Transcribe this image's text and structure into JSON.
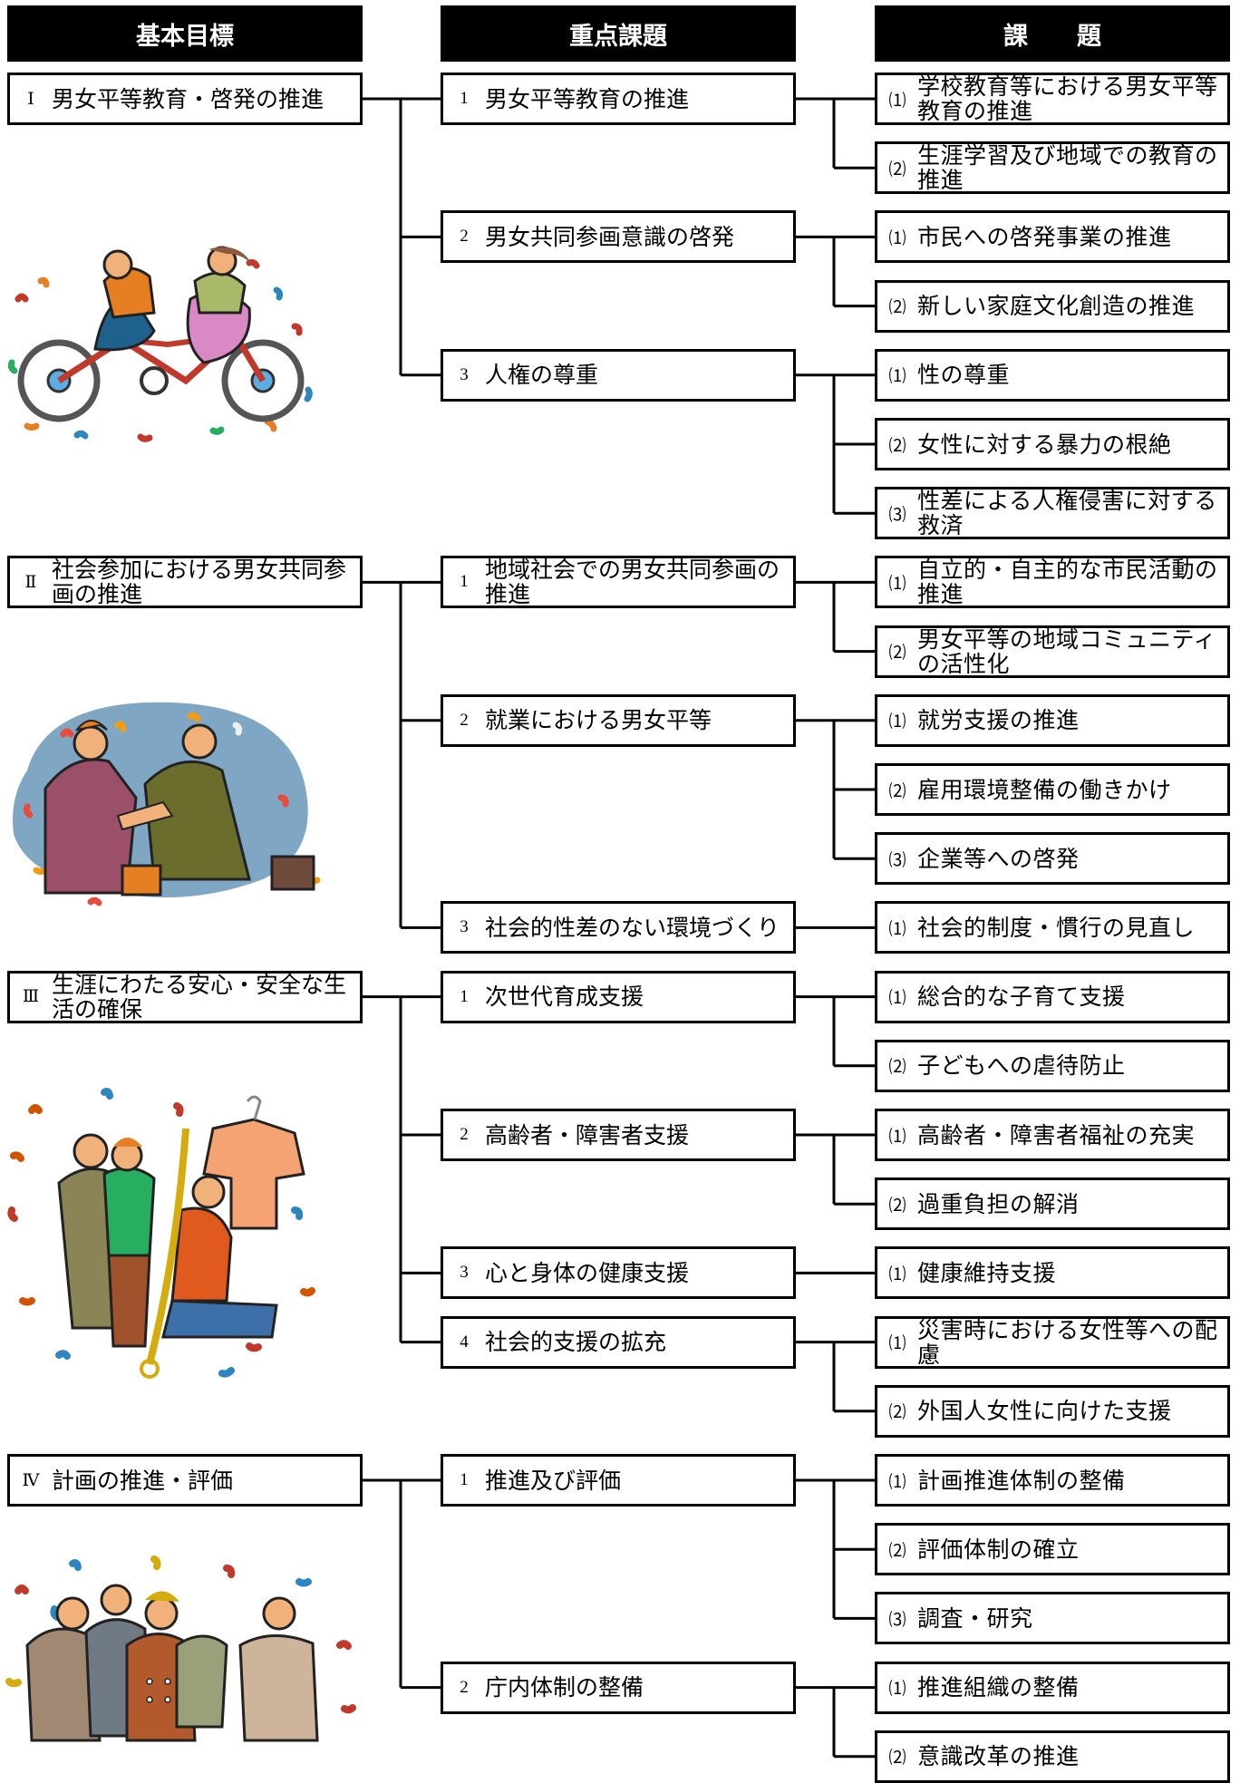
{
  "headers": {
    "goal": "基本目標",
    "priority": "重点課題",
    "issue": "課　　題"
  },
  "goals": [
    {
      "num": "Ⅰ",
      "text": "男女平等教育・啓発の推進",
      "priorities": [
        {
          "num": "1",
          "text": "男女平等教育の推進",
          "issues": [
            {
              "num": "⑴",
              "text": "学校教育等における男女平等教育の推進"
            },
            {
              "num": "⑵",
              "text": "生涯学習及び地域での教育の推進"
            }
          ]
        },
        {
          "num": "2",
          "text": "男女共同参画意識の啓発",
          "issues": [
            {
              "num": "⑴",
              "text": "市民への啓発事業の推進"
            },
            {
              "num": "⑵",
              "text": "新しい家庭文化創造の推進"
            }
          ]
        },
        {
          "num": "3",
          "text": "人権の尊重",
          "issues": [
            {
              "num": "⑴",
              "text": "性の尊重"
            },
            {
              "num": "⑵",
              "text": "女性に対する暴力の根絶"
            },
            {
              "num": "⑶",
              "text": "性差による人権侵害に対する救済"
            }
          ]
        }
      ]
    },
    {
      "num": "Ⅱ",
      "text": "社会参加における男女共同参画の推進",
      "priorities": [
        {
          "num": "1",
          "text": "地域社会での男女共同参画の推進",
          "issues": [
            {
              "num": "⑴",
              "text": "自立的・自主的な市民活動の推進"
            },
            {
              "num": "⑵",
              "text": "男女平等の地域コミュニティの活性化"
            }
          ]
        },
        {
          "num": "2",
          "text": "就業における男女平等",
          "issues": [
            {
              "num": "⑴",
              "text": "就労支援の推進"
            },
            {
              "num": "⑵",
              "text": "雇用環境整備の働きかけ"
            },
            {
              "num": "⑶",
              "text": "企業等への啓発"
            }
          ]
        },
        {
          "num": "3",
          "text": "社会的性差のない環境づくり",
          "issues": [
            {
              "num": "⑴",
              "text": "社会的制度・慣行の見直し"
            }
          ]
        }
      ]
    },
    {
      "num": "Ⅲ",
      "text": "生涯にわたる安心・安全な生活の確保",
      "priorities": [
        {
          "num": "1",
          "text": "次世代育成支援",
          "issues": [
            {
              "num": "⑴",
              "text": "総合的な子育て支援"
            },
            {
              "num": "⑵",
              "text": "子どもへの虐待防止"
            }
          ]
        },
        {
          "num": "2",
          "text": "高齢者・障害者支援",
          "issues": [
            {
              "num": "⑴",
              "text": "高齢者・障害者福祉の充実"
            },
            {
              "num": "⑵",
              "text": "過重負担の解消"
            }
          ]
        },
        {
          "num": "3",
          "text": "心と身体の健康支援",
          "issues": [
            {
              "num": "⑴",
              "text": "健康維持支援"
            }
          ]
        },
        {
          "num": "4",
          "text": "社会的支援の拡充",
          "issues": [
            {
              "num": "⑴",
              "text": "災害時における女性等への配慮"
            },
            {
              "num": "⑵",
              "text": "外国人女性に向けた支援"
            }
          ]
        }
      ]
    },
    {
      "num": "Ⅳ",
      "text": "計画の推進・評価",
      "priorities": [
        {
          "num": "1",
          "text": "推進及び評価",
          "issues": [
            {
              "num": "⑴",
              "text": "計画推進体制の整備"
            },
            {
              "num": "⑵",
              "text": "評価体制の確立"
            },
            {
              "num": "⑶",
              "text": "調査・研究"
            }
          ]
        },
        {
          "num": "2",
          "text": "庁内体制の整備",
          "issues": [
            {
              "num": "⑴",
              "text": "推進組織の整備"
            },
            {
              "num": "⑵",
              "text": "意識改革の推進"
            }
          ]
        }
      ]
    }
  ],
  "illustrations": [
    "tandem-bicycle-couple",
    "handshake-business-people",
    "family-clothes-measuring",
    "group-of-adults"
  ]
}
